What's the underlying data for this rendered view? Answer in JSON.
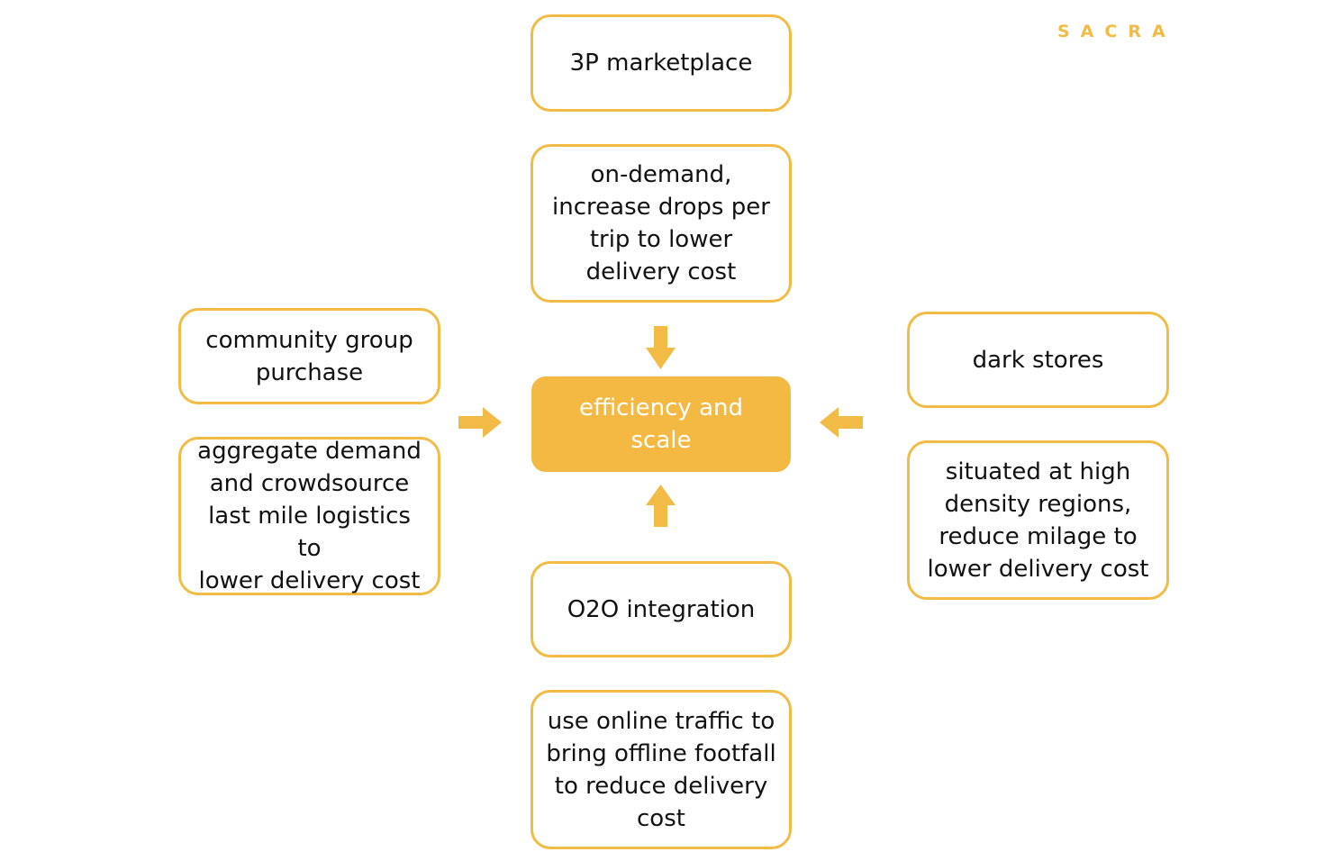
{
  "brand": "SACRA",
  "colors": {
    "accent": "#f2bb45",
    "center_fill": "#f4b942",
    "text": "#111111"
  },
  "center": {
    "label": "efficiency and scale"
  },
  "top": {
    "title": "3P marketplace",
    "detail": "on-demand,\nincrease drops per\ntrip to lower\ndelivery cost"
  },
  "bottom": {
    "title": "O2O integration",
    "detail": "use online traffic to\nbring offline footfall\nto reduce delivery\ncost"
  },
  "left": {
    "title": "community group\npurchase",
    "detail": "aggregate demand\nand crowdsource\nlast mile logistics to\nlower delivery cost"
  },
  "right": {
    "title": "dark stores",
    "detail": "situated at high\ndensity regions,\nreduce milage to\nlower delivery cost"
  }
}
